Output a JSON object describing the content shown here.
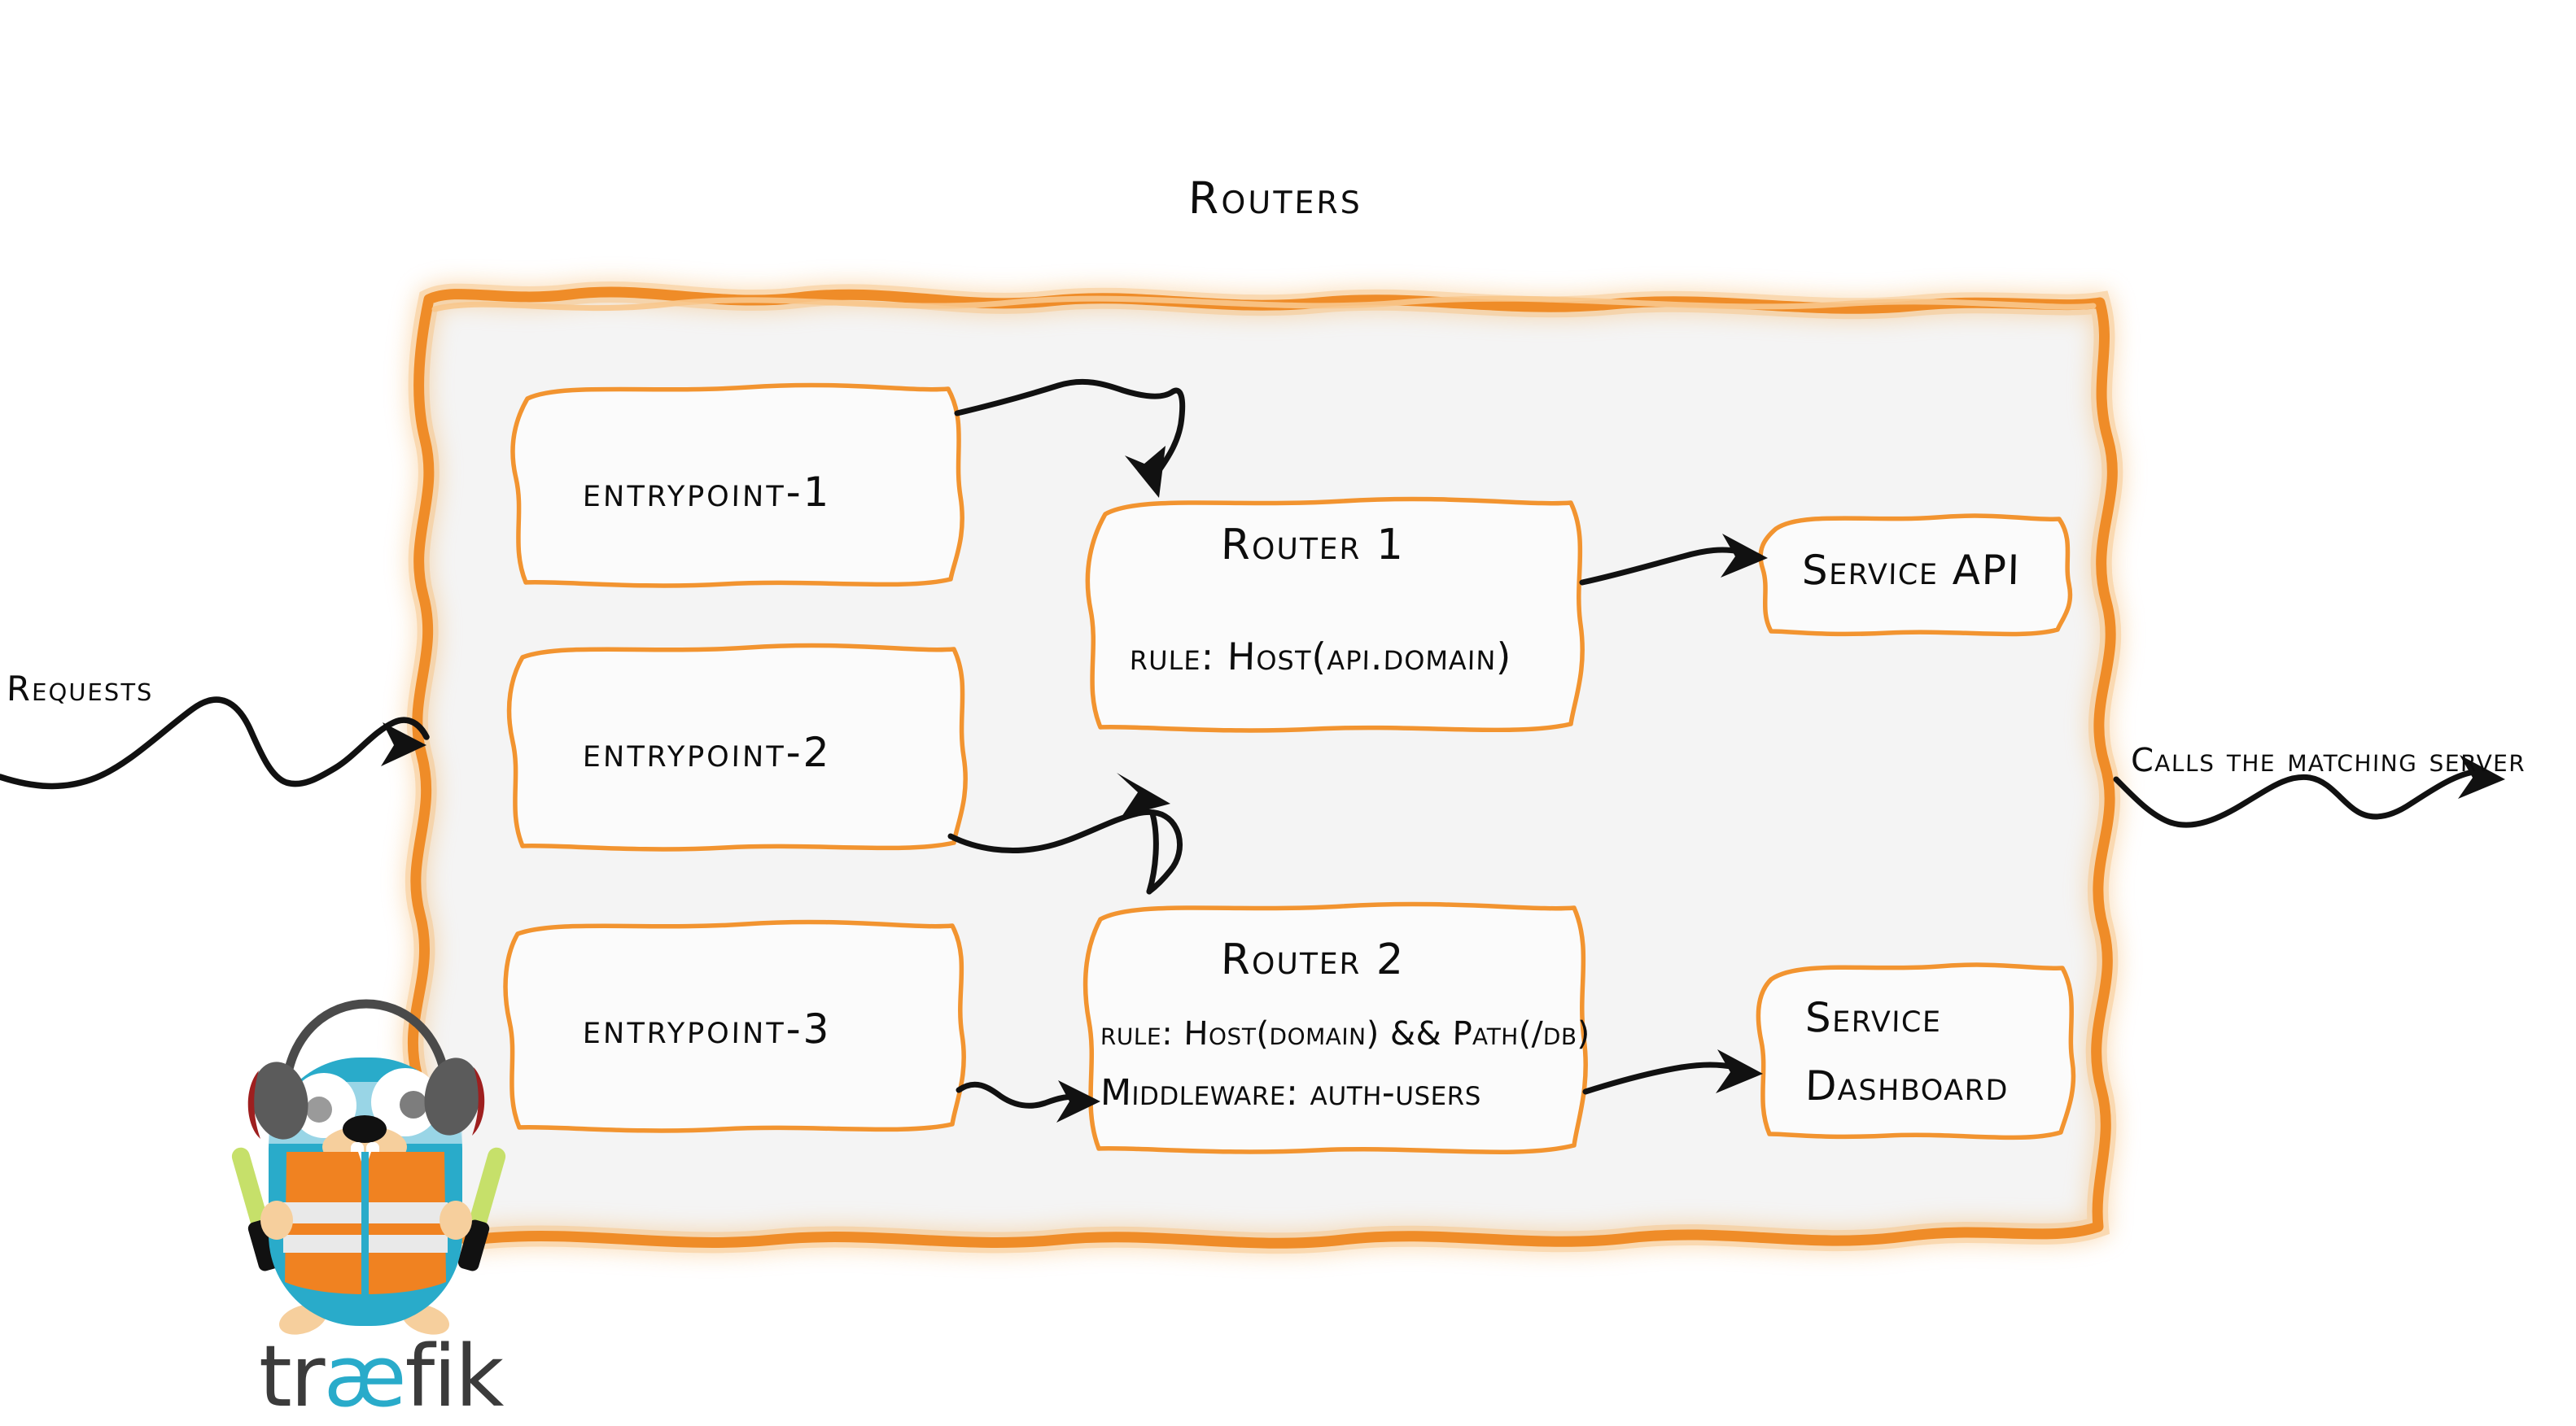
{
  "diagram": {
    "title": "Routers",
    "colors": {
      "accent_orange": "#ef8c28",
      "box_border": "#f29430",
      "panel_fill": "#f4f4f4",
      "box_fill": "#fbfbfb",
      "ink": "#0d0d0d",
      "gopher_blue": "#29abca",
      "vest_orange": "#f08221",
      "wand_green": "#c6e06a",
      "logo_dark": "#3b3b3b"
    },
    "left_label": "Requests",
    "right_label": "Calls the matching server",
    "entrypoints": [
      {
        "label": "entrypoint-1"
      },
      {
        "label": "entrypoint-2"
      },
      {
        "label": "entrypoint-3"
      }
    ],
    "routers": [
      {
        "name": "Router 1",
        "lines": [
          "rule: Host(api.domain)"
        ]
      },
      {
        "name": "Router 2",
        "lines": [
          "rule: Host(domain) && Path(/db)",
          "Middleware: auth-users"
        ]
      }
    ],
    "services": [
      {
        "lines": [
          "Service API"
        ]
      },
      {
        "lines": [
          "Service",
          "Dashboard"
        ]
      }
    ],
    "logo": {
      "word_part_1": "tr",
      "word_part_2": "æ",
      "word_part_3": "fik",
      "mascot": "traefik-gopher"
    },
    "arrows": [
      {
        "from": "requests",
        "to": "routers-panel"
      },
      {
        "from": "entrypoint-1",
        "to": "router-1"
      },
      {
        "from": "entrypoint-2",
        "to": "router-1"
      },
      {
        "from": "entrypoint-3",
        "to": "router-2"
      },
      {
        "from": "router-1",
        "to": "service-api"
      },
      {
        "from": "router-2",
        "to": "service-dashboard"
      },
      {
        "from": "routers-panel",
        "to": "matching-server"
      }
    ]
  }
}
